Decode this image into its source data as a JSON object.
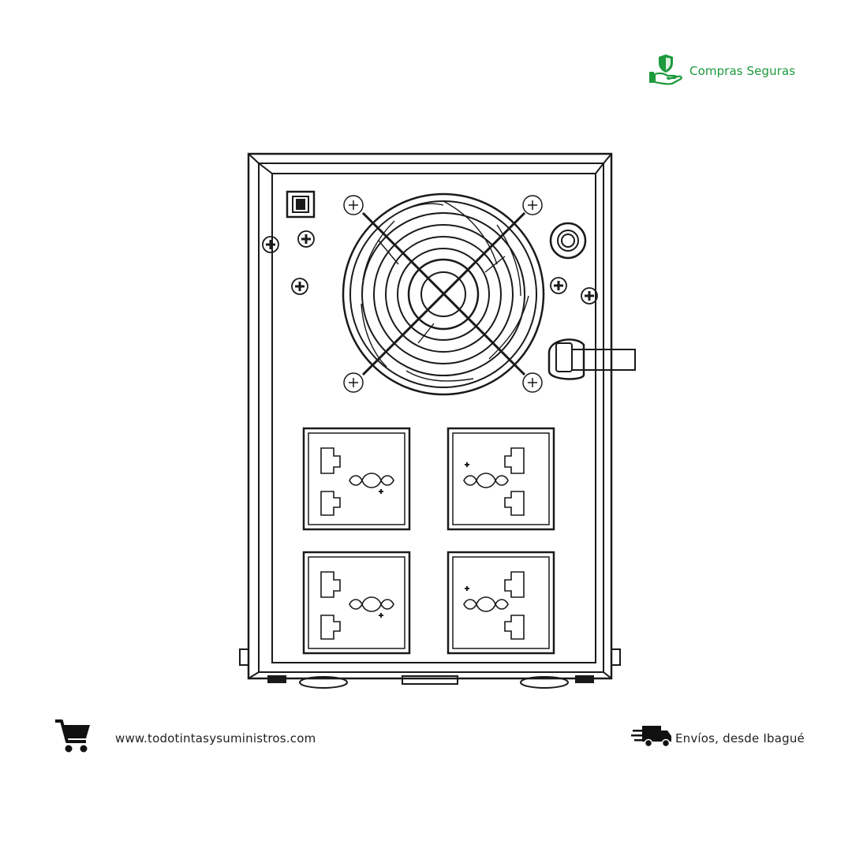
{
  "badge": {
    "icon": "shield-hand-icon",
    "text": "Compras Seguras",
    "color": "#1d9a3c"
  },
  "product": {
    "icon": "ups-rear-panel-drawing"
  },
  "footer": {
    "cart_icon": "shopping-cart-icon",
    "website": "www.todotintasysuministros.com",
    "truck_icon": "delivery-truck-icon",
    "shipping": "Envíos, desde Ibagué"
  }
}
